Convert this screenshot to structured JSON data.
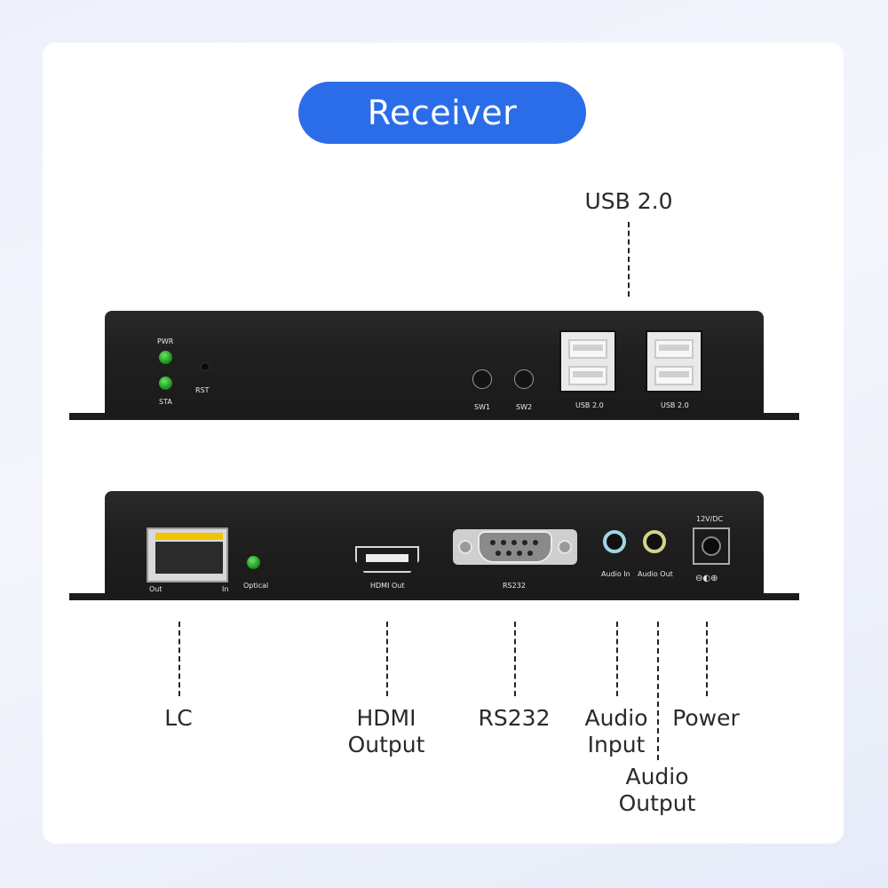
{
  "header": {
    "title": "Receiver"
  },
  "front_panel": {
    "pwr": "PWR",
    "sta": "STA",
    "rst": "RST",
    "sw1": "SW1",
    "sw2": "SW2",
    "usb_port_1": "USB 2.0",
    "usb_port_2": "USB 2.0"
  },
  "rear_panel": {
    "sfp_out": "Out",
    "sfp_in": "In",
    "optical": "Optical",
    "hdmi_out": "HDMI Out",
    "rs232": "RS232",
    "audio_in": "Audio In",
    "audio_out": "Audio Out",
    "power_rating": "12V/DC",
    "polarity_symbol": "⊖◐⊕"
  },
  "callouts": {
    "usb": "USB 2.0",
    "lc": "LC",
    "hdmi_line1": "HDMI",
    "hdmi_line2": "Output",
    "rs232": "RS232",
    "audio_input_line1": "Audio",
    "audio_input_line2": "Input",
    "audio_output_line1": "Audio",
    "audio_output_line2": "Output",
    "power": "Power"
  },
  "colors": {
    "accent": "#2b6de8",
    "led_green": "#2fbf2f",
    "sfp_yellow": "#f0c400",
    "audio_in_ring": "#9fd6e6",
    "audio_out_ring": "#d6d28a"
  }
}
